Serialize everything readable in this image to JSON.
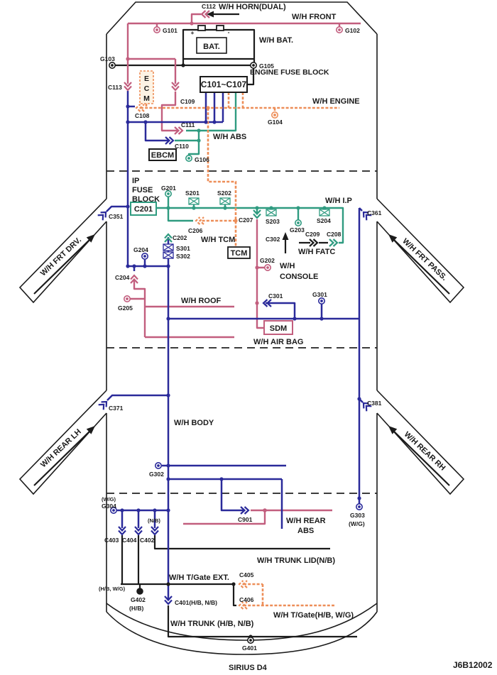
{
  "title": "SIRIUS D4",
  "code": "J6B12002",
  "colors": {
    "main_harness_blue": "#2a2a9a",
    "front_harness_pink": "#c25e7e",
    "abs_ip_harness_teal": "#2f9b80",
    "engine_tcm_harness_orange": "#ed8e58",
    "battery_trunk_black": "#1b1b1b"
  },
  "labels": {
    "c112": "C112",
    "wh_horn_dual": "W/H HORN(DUAL)",
    "wh_front": "W/H FRONT",
    "g101": "G101",
    "g102": "G102",
    "g103": "G103",
    "g105": "G105",
    "bat": "BAT.",
    "bat_plus": "+",
    "bat_minus": "-",
    "wh_bat": "W/H BAT.",
    "engine_fuse_block": "ENGINE FUSE BLOCK",
    "c101_c107": "C101~C107",
    "ecm_l1": "E",
    "ecm_l2": "C",
    "ecm_l3": "M",
    "c113": "C113",
    "c109": "C109",
    "c108": "C108",
    "wh_engine": "W/H ENGINE",
    "g104": "G104",
    "c111": "C111",
    "wh_abs": "W/H ABS",
    "c110": "C110",
    "ebcm": "EBCM",
    "g106": "G106",
    "ip_l1": "IP",
    "ip_l2": "FUSE",
    "ip_l3": "BLOCK",
    "c201": "C201",
    "g201": "G201",
    "s201": "S201",
    "s202": "S202",
    "wh_ip": "W/H I.P",
    "c361": "C361",
    "c351": "C351",
    "c206": "C206",
    "c202": "C202",
    "wh_tcm": "W/H TCM",
    "tcm": "TCM",
    "c207": "C207",
    "s203": "S203",
    "g203": "G203",
    "s204": "S204",
    "c302": "C302",
    "c209": "C209",
    "c208": "C208",
    "wh_fatc": "W/H FATC",
    "g202": "G202",
    "console_l1": "W/H",
    "console_l2": "CONSOLE",
    "s301": "S301",
    "s302": "S302",
    "g204": "G204",
    "c204": "C204",
    "g205": "G205",
    "wh_roof": "W/H ROOF",
    "c301": "C301",
    "g301": "G301",
    "sdm": "SDM",
    "wh_air_bag": "W/H AIR BAG",
    "wh_frt_drv": "W/H FRT DRV.",
    "wh_frt_pass": "W/H FRT PASS.",
    "wh_rear_lh": "W/H REAR LH",
    "wh_rear_rh": "W/H REAR RH",
    "c371": "C371",
    "c381": "C381",
    "wh_body": "W/H BODY",
    "g302": "G302",
    "g304_note": "(W/G)",
    "g304": "G304",
    "nb_note": "(N/B)",
    "c901": "C901",
    "rear_abs_l1": "W/H REAR",
    "rear_abs_l2": "ABS",
    "g303": "G303",
    "g303_note": "(W/G)",
    "c403": "C403",
    "c404": "C404",
    "c402": "C402",
    "wh_trunk_lid": "W/H TRUNK LID(N/B)",
    "wh_tgate_ext": "W/H T/Gate EXT.",
    "c405": "C405",
    "c406": "C406",
    "hb_wg_note": "(H/B, W/G)",
    "g402": "G402",
    "g402_note": "(H/B)",
    "c401": "C401(H/B, N/B)",
    "wh_tgate": "W/H T/Gate(H/B, W/G)",
    "wh_trunk": "W/H TRUNK (H/B, N/B)",
    "g401": "G401"
  }
}
